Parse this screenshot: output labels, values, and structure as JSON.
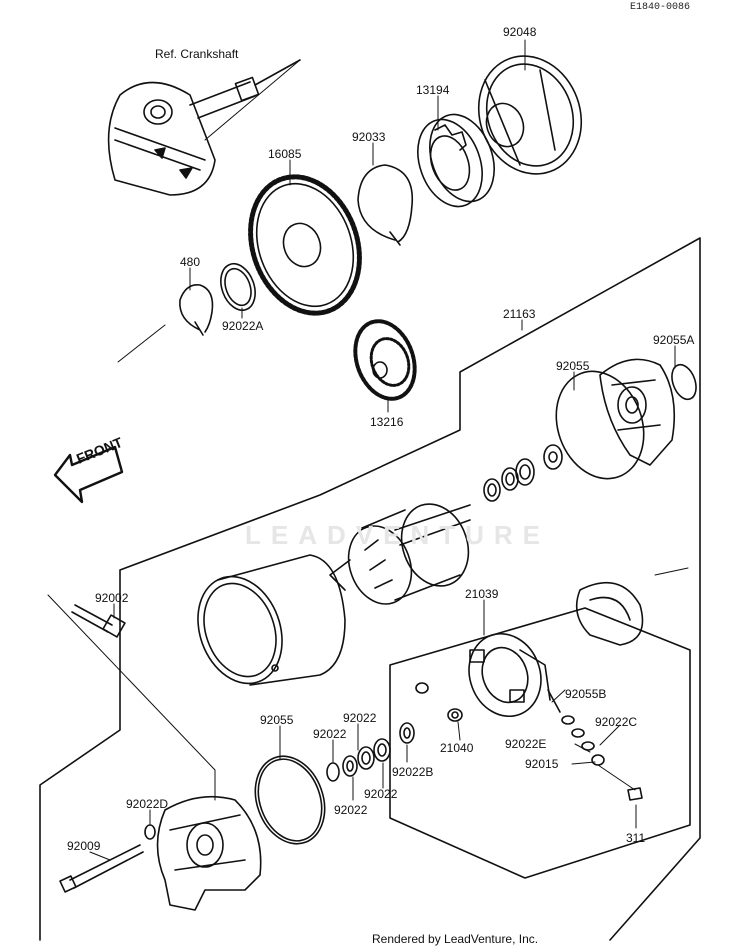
{
  "header": {
    "drawing_code": "E1840-0086"
  },
  "footer": {
    "credit": "Rendered by LeadVenture, Inc."
  },
  "watermark": {
    "text": "LEADVENTURE"
  },
  "direction": {
    "label": "FRONT"
  },
  "parts": {
    "ref_crankshaft": "Ref. Crankshaft",
    "p92048": "92048",
    "p13194": "13194",
    "p92033": "92033",
    "p16085": "16085",
    "p480": "480",
    "p92022A": "92022A",
    "p21163": "21163",
    "p92055A": "92055A",
    "p92055_top": "92055",
    "p13216": "13216",
    "p92002": "92002",
    "p21039": "21039",
    "p92055B": "92055B",
    "p92022C": "92022C",
    "p21040": "21040",
    "p92022E": "92022E",
    "p92015": "92015",
    "p311": "311",
    "p92055_bottom": "92055",
    "p92022_a": "92022",
    "p92022_b": "92022",
    "p92022B": "92022B",
    "p92022_c": "92022",
    "p92022_d": "92022",
    "p92022D": "92022D",
    "p92009": "92009"
  }
}
